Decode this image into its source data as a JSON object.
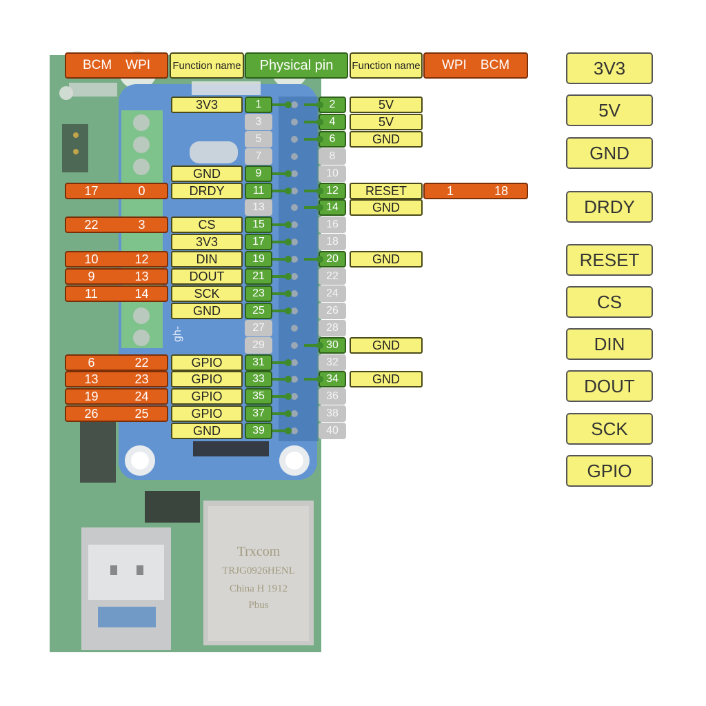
{
  "header": {
    "left_bcm": "BCM",
    "left_wpi": "WPI",
    "left_function": "Function name",
    "physical": "Physical pin",
    "right_function": "Function name",
    "right_wpi": "WPI",
    "right_bcm": "BCM"
  },
  "colors": {
    "yellow": "#f7f27c",
    "green": "#5aa637",
    "orange": "#e0601a",
    "gray": "#c4c4c4"
  },
  "pins": [
    {
      "left": {
        "pin": "1",
        "func": "3V3",
        "active": true
      },
      "right": {
        "pin": "2",
        "func": "5V",
        "active": true
      }
    },
    {
      "left": {
        "pin": "3",
        "active": false
      },
      "right": {
        "pin": "4",
        "func": "5V",
        "active": true
      }
    },
    {
      "left": {
        "pin": "5",
        "active": false
      },
      "right": {
        "pin": "6",
        "func": "GND",
        "active": true
      }
    },
    {
      "left": {
        "pin": "7",
        "active": false
      },
      "right": {
        "pin": "8",
        "active": false
      }
    },
    {
      "left": {
        "pin": "9",
        "func": "GND",
        "active": true
      },
      "right": {
        "pin": "10",
        "active": false
      }
    },
    {
      "left": {
        "pin": "11",
        "func": "DRDY",
        "active": true,
        "bcm": "17",
        "wpi": "0"
      },
      "right": {
        "pin": "12",
        "func": "RESET",
        "active": true,
        "wpi": "1",
        "bcm": "18"
      }
    },
    {
      "left": {
        "pin": "13",
        "active": false
      },
      "right": {
        "pin": "14",
        "func": "GND",
        "active": true
      }
    },
    {
      "left": {
        "pin": "15",
        "func": "CS",
        "active": true,
        "bcm": "22",
        "wpi": "3"
      },
      "right": {
        "pin": "16",
        "active": false
      }
    },
    {
      "left": {
        "pin": "17",
        "func": "3V3",
        "active": true
      },
      "right": {
        "pin": "18",
        "active": false
      }
    },
    {
      "left": {
        "pin": "19",
        "func": "DIN",
        "active": true,
        "bcm": "10",
        "wpi": "12"
      },
      "right": {
        "pin": "20",
        "func": "GND",
        "active": true
      }
    },
    {
      "left": {
        "pin": "21",
        "func": "DOUT",
        "active": true,
        "bcm": "9",
        "wpi": "13"
      },
      "right": {
        "pin": "22",
        "active": false
      }
    },
    {
      "left": {
        "pin": "23",
        "func": "SCK",
        "active": true,
        "bcm": "11",
        "wpi": "14"
      },
      "right": {
        "pin": "24",
        "active": false
      }
    },
    {
      "left": {
        "pin": "25",
        "func": "GND",
        "active": true
      },
      "right": {
        "pin": "26",
        "active": false
      }
    },
    {
      "left": {
        "pin": "27",
        "active": false
      },
      "right": {
        "pin": "28",
        "active": false
      }
    },
    {
      "left": {
        "pin": "29",
        "active": false
      },
      "right": {
        "pin": "30",
        "func": "GND",
        "active": true
      }
    },
    {
      "left": {
        "pin": "31",
        "func": "GPIO",
        "active": true,
        "bcm": "6",
        "wpi": "22"
      },
      "right": {
        "pin": "32",
        "active": false
      }
    },
    {
      "left": {
        "pin": "33",
        "func": "GPIO",
        "active": true,
        "bcm": "13",
        "wpi": "23"
      },
      "right": {
        "pin": "34",
        "func": "GND",
        "active": true
      }
    },
    {
      "left": {
        "pin": "35",
        "func": "GPIO",
        "active": true,
        "bcm": "19",
        "wpi": "24"
      },
      "right": {
        "pin": "36",
        "active": false
      }
    },
    {
      "left": {
        "pin": "37",
        "func": "GPIO",
        "active": true,
        "bcm": "26",
        "wpi": "25"
      },
      "right": {
        "pin": "38",
        "active": false
      }
    },
    {
      "left": {
        "pin": "39",
        "func": "GND",
        "active": true
      },
      "right": {
        "pin": "40",
        "active": false
      }
    }
  ],
  "legend": [
    "3V3",
    "5V",
    "GND",
    "DRDY",
    "RESET",
    "CS",
    "DIN",
    "DOUT",
    "SCK",
    "GPIO"
  ],
  "board_text": {
    "ethernet_line1": "Trxcom",
    "ethernet_line2": "TRJG0926HENL",
    "ethernet_line3": "China H 1912",
    "ethernet_line4": "Pbus",
    "pcb_label": "gh-"
  }
}
